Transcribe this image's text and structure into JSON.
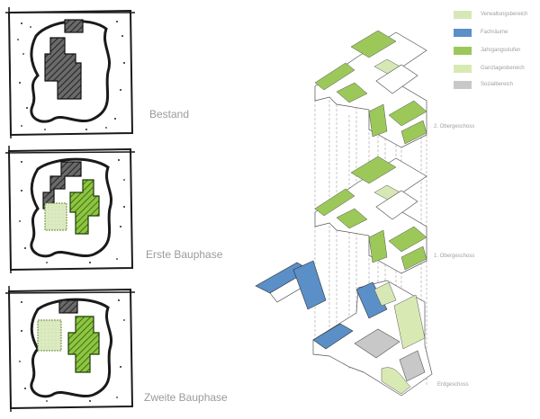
{
  "phases": [
    {
      "label": "Bestand"
    },
    {
      "label": "Erste Bauphase"
    },
    {
      "label": "Zweite Bauphase"
    }
  ],
  "floors": [
    {
      "label": "2. Obergeschoss"
    },
    {
      "label": "1. Obergeschoss"
    },
    {
      "label": "Erdgeschoss"
    }
  ],
  "legend": [
    {
      "label": "Verwaltungsbereich",
      "color": "#d7e8b6"
    },
    {
      "label": "Fachräume",
      "color": "#5b8fc7"
    },
    {
      "label": "Jahrgangsstufen",
      "color": "#9cc85a"
    },
    {
      "label": "Ganztagesbereich",
      "color": "#d9e9b4"
    },
    {
      "label": "Sozialbereich",
      "color": "#c8c8c8"
    }
  ],
  "colors": {
    "sketch_stroke": "#1a1a1a",
    "existing_hatch": "#555555",
    "first_phase": "#8cc63f",
    "second_phase": "#cfe4a8",
    "dashed": "#b0b0b0"
  }
}
